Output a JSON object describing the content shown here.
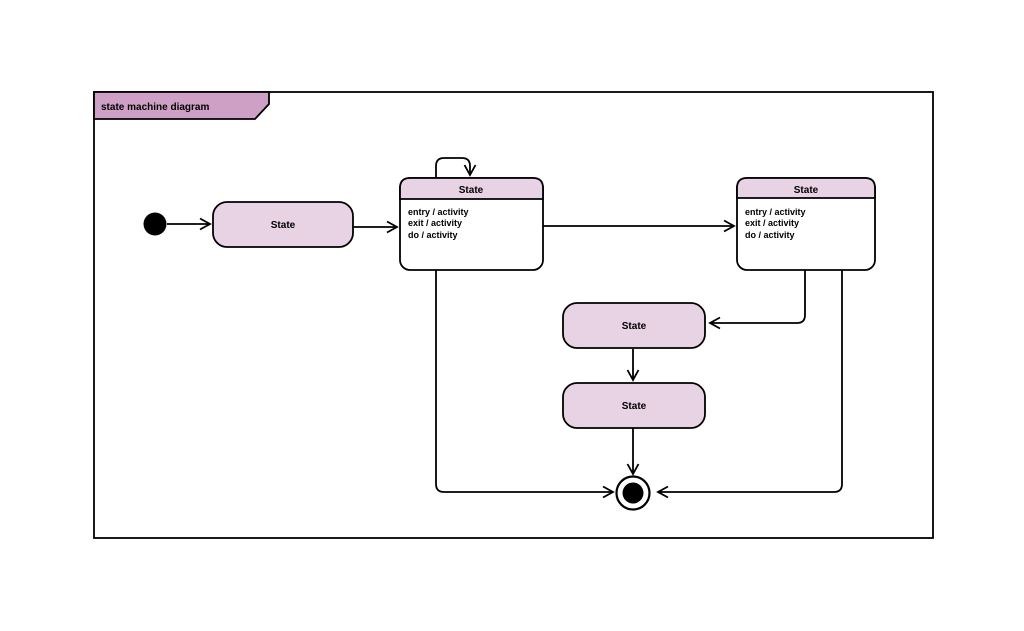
{
  "diagram": {
    "frame_title": "state machine diagram",
    "colors": {
      "state_fill": "#e8d3e5",
      "frame_tab_fill": "#cfa0c6",
      "stroke": "#000000",
      "background": "#ffffff"
    },
    "nodes": {
      "state_1": {
        "label": "State"
      },
      "composite_state_left": {
        "label": "State",
        "activities": [
          "entry / activity",
          "exit / activity",
          "do / activity"
        ]
      },
      "composite_state_right": {
        "label": "State",
        "activities": [
          "entry / activity",
          "exit / activity",
          "do / activity"
        ]
      },
      "state_2": {
        "label": "State"
      },
      "state_3": {
        "label": "State"
      }
    }
  }
}
